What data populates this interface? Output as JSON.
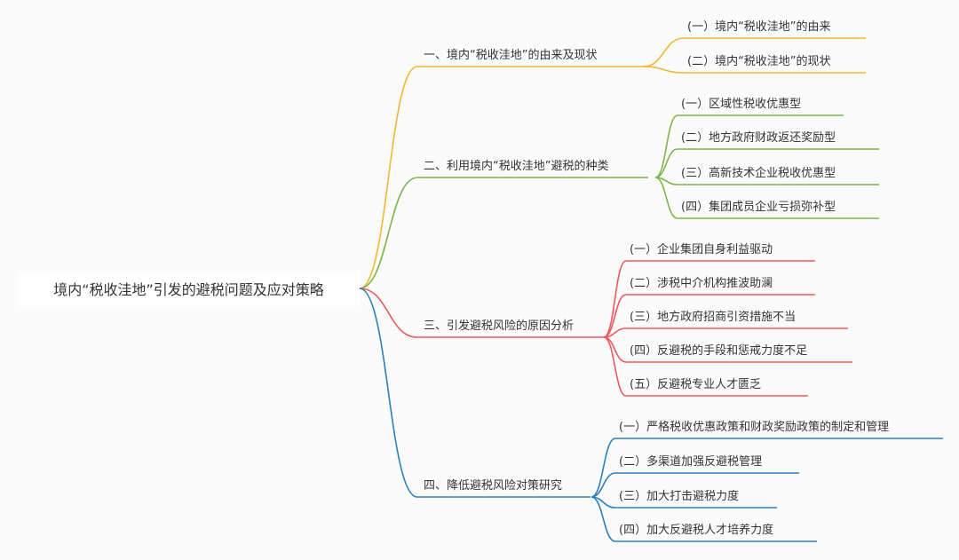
{
  "root": {
    "label": "境内“税收洼地”引发的避税问题及应对策略"
  },
  "branches": [
    {
      "label": "一、境内“税收洼地”的由来及现状",
      "color": "#f5b731",
      "children": [
        "(一）境内“税收洼地”的由来",
        "(二）境内“税收洼地”的现状"
      ]
    },
    {
      "label": "二、利用境内“税收洼地”避税的种类",
      "color": "#7ab648",
      "children": [
        "(一）区域性税收优惠型",
        "(二）地方政府财政返还奖励型",
        "(三）高新技术企业税收优惠型",
        "(四）集团成员企业亏损弥补型"
      ]
    },
    {
      "label": "三、引发避税风险的原因分析",
      "color": "#f0575b",
      "children": [
        "(一）企业集团自身利益驱动",
        "(二）涉税中介机构推波助澜",
        "(三）地方政府招商引资措施不当",
        "(四）反避税的手段和惩戒力度不足",
        "(五）反避税专业人才匮乏"
      ]
    },
    {
      "label": "四、降低避税风险对策研究",
      "color": "#2a7fc1",
      "children": [
        "(一）严格税收优惠政策和财政奖励政策的制定和管理",
        "(二）多渠道加强反避税管理",
        "(三）加大打击避税力度",
        "(四）加大反避税人才培养力度"
      ]
    }
  ]
}
